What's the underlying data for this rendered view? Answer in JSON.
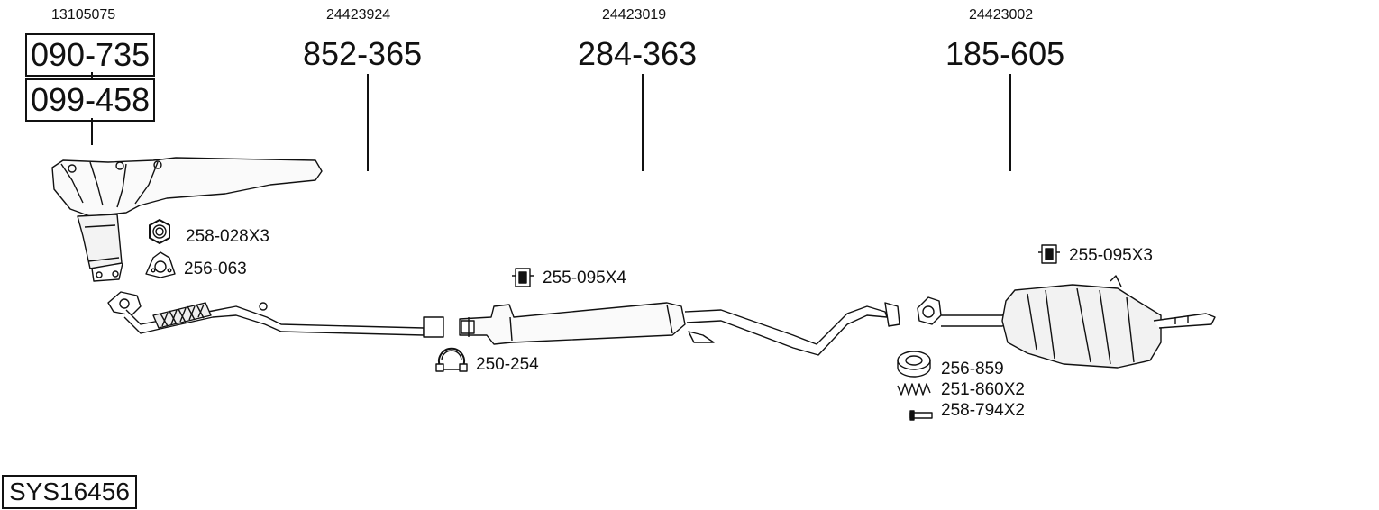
{
  "system_code": "SYS16456",
  "groups": [
    {
      "oem": "13105075",
      "parts": [
        "090-735",
        "099-458"
      ]
    },
    {
      "oem": "24423924",
      "parts": [
        "852-365"
      ]
    },
    {
      "oem": "24423019",
      "parts": [
        "284-363"
      ]
    },
    {
      "oem": "24423002",
      "parts": [
        "185-605"
      ]
    }
  ],
  "accessories": [
    {
      "label": "258-028X3",
      "icon": "nut-icon"
    },
    {
      "label": "256-063",
      "icon": "gasket-icon"
    },
    {
      "label": "255-095X4",
      "icon": "rubber-mount-icon"
    },
    {
      "label": "250-254",
      "icon": "clamp-icon"
    },
    {
      "label": "255-095X3",
      "icon": "rubber-mount-icon"
    },
    {
      "label": "256-859",
      "icon": "ring-gasket-icon"
    },
    {
      "label": "251-860X2",
      "icon": "spring-icon"
    },
    {
      "label": "258-794X2",
      "icon": "bolt-icon"
    }
  ]
}
